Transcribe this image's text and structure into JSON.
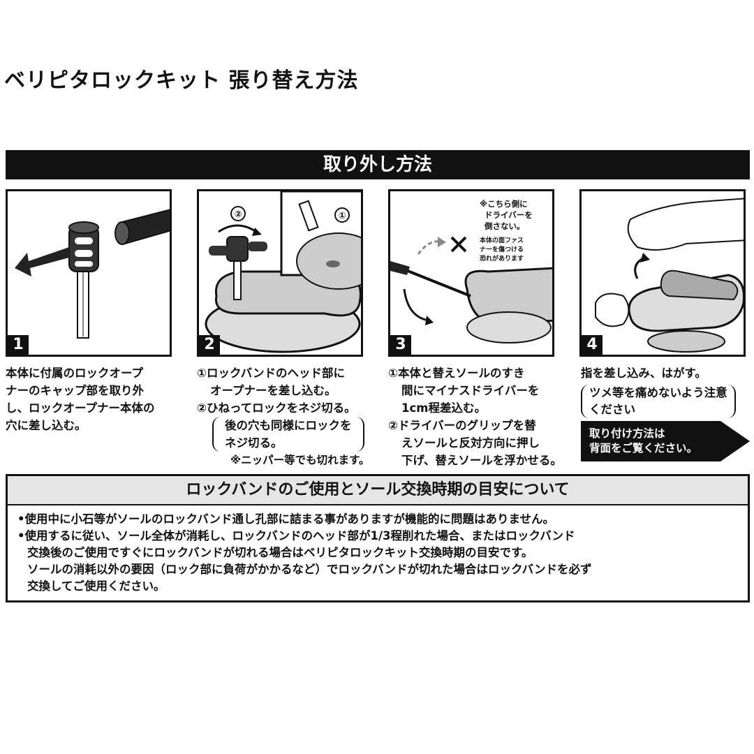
{
  "title": "ベリピタロックキット 張り替え方法",
  "section_banner": "取り外し方法",
  "panels": [
    {
      "number": "1"
    },
    {
      "number": "2",
      "labels": [
        "②",
        "①"
      ]
    },
    {
      "number": "3",
      "note_1": [
        "※こちら側に",
        "ドライバーを",
        "倒さない。"
      ],
      "note_2": [
        "本体の面ファス",
        "ナーを傷つける",
        "恐れがあります"
      ]
    },
    {
      "number": "4"
    }
  ],
  "steps": {
    "s1": [
      "本体に付属のロックオープ",
      "ナーのキャップ部を取り外",
      "し、ロックオープナー本体の",
      "穴に差し込む。"
    ],
    "s2": {
      "l1": "①ロックバンドのヘッド部に",
      "l2": "オープナーを差し込む。",
      "l3": "②ひねってロックをネジ切る。",
      "p1": "後の穴も同様にロックを",
      "p2": "ネジ切る。",
      "note": "※ニッパー等でも切れます。"
    },
    "s3": {
      "l1": "①本体と替えソールのすき",
      "l2": "間にマイナスドライバーを",
      "l3": "1cm程差込む。",
      "l4": "②ドライバーのグリップを替",
      "l5": "えソールと反対方向に押し",
      "l6": "下げ、替えソールを浮かせる。"
    },
    "s4": {
      "l1": "指を差し込み、はがす。",
      "p1": "ツメ等を痛めないよう注意",
      "p2": "ください"
    }
  },
  "arrow_note": [
    "取り付け方法は",
    "背面をご覧ください。"
  ],
  "info": {
    "heading": "ロックバンドのご使用とソール交換時期の目安について",
    "b1": "•使用中に小石等がソールのロックバンド通し孔部に詰まる事がありますが機能的に問題はありません。",
    "b2_l1": "•使用するに従い、ソール全体が消耗し、ロックバンドのヘッド部が1/3程削れた場合、またはロックバンド",
    "b2_l2": "交換後のご使用ですぐにロックバンドが切れる場合はベリピタロックキット交換時期の目安です。",
    "b2_l3": "ソールの消耗以外の要因（ロック部に負荷がかかるなど）でロックバンドが切れた場合はロックバンドを必ず",
    "b2_l4": "交換してご使用ください。"
  }
}
